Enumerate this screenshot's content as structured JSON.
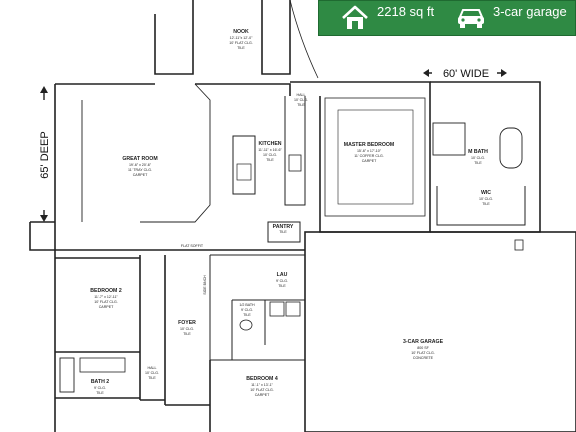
{
  "banner": {
    "sqft": "2218 sq ft",
    "garage": "3-car garage",
    "color": "#2f8a44",
    "home_icon": "home-icon",
    "car_icon": "car-icon"
  },
  "dimensions": {
    "width": "60' WIDE",
    "depth": "65' DEEP"
  },
  "rooms": {
    "nook": {
      "name": "NOOK",
      "size": "12'-11\"x 12'-0\"",
      "ceiling": "10' FLAT CLG.",
      "floor": "TILE"
    },
    "great_room": {
      "name": "GREAT ROOM",
      "size": "19'-6\" x 20'-6\"",
      "ceiling": "11' TRAY CLG.",
      "floor": "CARPET"
    },
    "kitchen": {
      "name": "KITCHEN",
      "size": "11'-11\" x 16'-6\"",
      "ceiling": "10' CLG.",
      "floor": "TILE"
    },
    "hall_top": {
      "name": "HALL",
      "ceiling": "10' CLG.",
      "floor": "TILE"
    },
    "master_bedroom": {
      "name": "MASTER BEDROOM",
      "size": "15'-6\" x 17'-10\"",
      "ceiling": "11' COFFER CLG.",
      "floor": "CARPET"
    },
    "m_bath": {
      "name": "M BATH",
      "ceiling": "10' CLG.",
      "floor": "TILE"
    },
    "wic": {
      "name": "WIC",
      "ceiling": "10' CLG.",
      "floor": "TILE"
    },
    "pantry": {
      "name": "PANTRY",
      "floor": "TILE"
    },
    "flat_soffit": {
      "name": "FLAT SOFFIT"
    },
    "bedroom2": {
      "name": "BEDROOM 2",
      "size": "11'-7\" x 12'-11\"",
      "ceiling": "10' FLAT CLG.",
      "floor": "CARPET"
    },
    "lau": {
      "name": "LAU",
      "ceiling": "9' CLG.",
      "floor": "TILE"
    },
    "half_bath": {
      "name": "1/2 BATH",
      "ceiling": "9' CLG.",
      "floor": "TILE"
    },
    "foyer": {
      "name": "FOYER",
      "ceiling": "10' CLG.",
      "floor": "TILE"
    },
    "garage": {
      "name": "3-CAR GARAGE",
      "size": "800 SF",
      "ceiling": "10' FLAT CLG.",
      "floor": "CONCRETE"
    },
    "bath2": {
      "name": "BATH 2",
      "ceiling": "9' CLG.",
      "floor": "TILE"
    },
    "hall_low": {
      "name": "HALL",
      "ceiling": "10' CLG.",
      "floor": "TILE"
    },
    "bedroom4": {
      "name": "BEDROOM 4",
      "size": "11'-1\" x 13'-1\"",
      "ceiling": "10' FLAT CLG.",
      "floor": "CARPET"
    },
    "bench": {
      "name": "SIDE BNCH"
    }
  }
}
